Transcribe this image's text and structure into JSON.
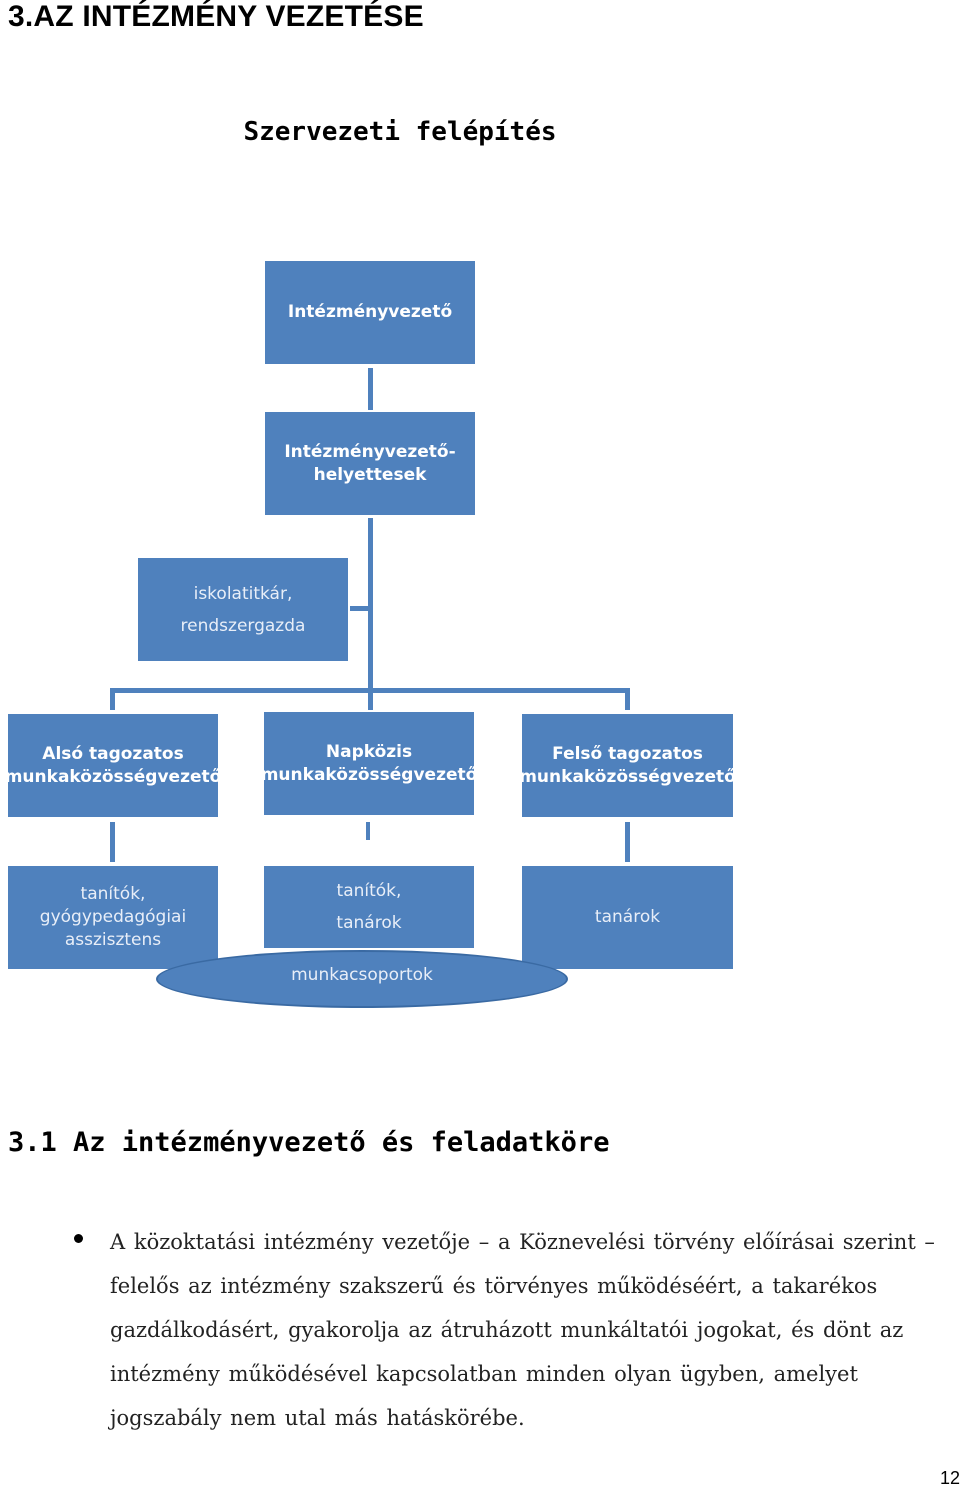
{
  "section_title": "3.AZ INTÉZMÉNY VEZETÉSE",
  "org_chart": {
    "title": "Szervezeti felépítés",
    "head": "Intézményvezető",
    "deputies": "Intézményvezető-\nhelyettesek",
    "staff": "iskolatitkár,\nrendszergazda",
    "leaders": [
      "Alsó tagozatos\nmunkaközösségvezető",
      "Napközis\nmunkaközösségvezető",
      "Felső tagozatos\nmunkaközösségvezető"
    ],
    "teams": [
      "tanítók, gyógypedagógiai\nasszisztens",
      "tanítók,\ntanárok",
      "tanárok"
    ],
    "workgroups": "munkacsoportok",
    "colors": {
      "box": "#4f81bd",
      "text": "#ffffff"
    }
  },
  "subsection": {
    "title": "3.1 Az intézményvezető és feladatköre",
    "bullets": [
      "A közoktatási intézmény vezetője – a Köznevelési törvény előírásai szerint – felelős az intézmény szakszerű és törvényes működéséért, a takarékos gazdálkodásért, gyakorolja az átruházott munkáltatói jogokat, és dönt az intézmény működésével kapcsolatban minden olyan ügyben, amelyet jogszabály nem utal más hatáskörébe."
    ]
  },
  "page_number": "12"
}
